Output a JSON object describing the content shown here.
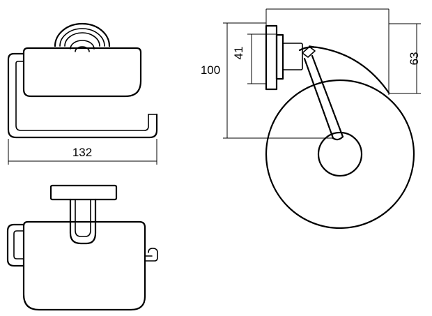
{
  "dimensions": {
    "width": "132",
    "height_total": "100",
    "height_bracket": "41",
    "height_side": "63"
  },
  "views": {
    "front": "front-view",
    "top": "top-view",
    "side": "side-view"
  },
  "colors": {
    "line": "#000000",
    "background": "#ffffff"
  }
}
